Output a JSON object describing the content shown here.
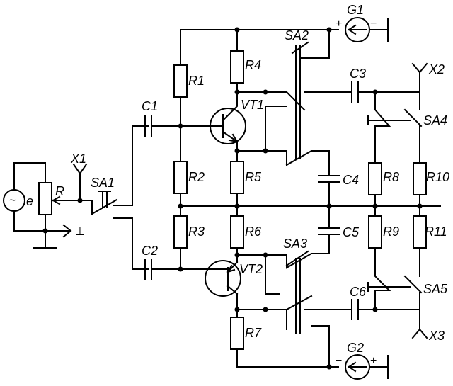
{
  "labels": {
    "G1": "G1",
    "G2": "G2",
    "SA1": "SA1",
    "SA2": "SA2",
    "SA3": "SA3",
    "SA4": "SA4",
    "SA5": "SA5",
    "R": "R",
    "R1": "R1",
    "R2": "R2",
    "R3": "R3",
    "R4": "R4",
    "R5": "R5",
    "R6": "R6",
    "R7": "R7",
    "R8": "R8",
    "R9": "R9",
    "R10": "R10",
    "R11": "R11",
    "C1": "C1",
    "C2": "C2",
    "C3": "C3",
    "C4": "C4",
    "C5": "C5",
    "C6": "C6",
    "VT1": "VT1",
    "VT2": "VT2",
    "X1": "X1",
    "X2": "X2",
    "X3": "X3",
    "e": "e"
  },
  "polarity": {
    "plus": "+",
    "minus": "−"
  },
  "symbols": {
    "ac_source": "~",
    "ground": "⊥"
  }
}
